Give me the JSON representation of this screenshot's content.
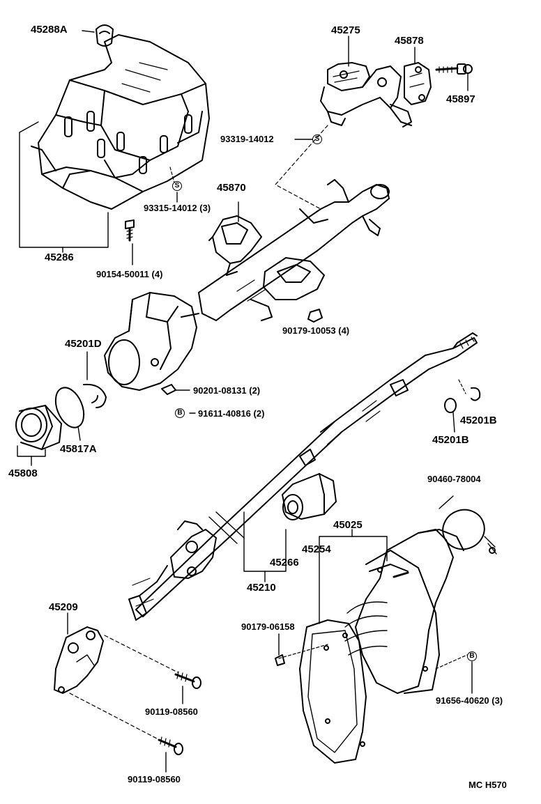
{
  "labels": {
    "p45288A": "45288A",
    "p45275": "45275",
    "p45878": "45878",
    "p45897": "45897",
    "p93319": "93319-14012",
    "p93315": "93315-14012 (3)",
    "p45286": "45286",
    "p45870": "45870",
    "p90154": "90154-50011 (4)",
    "p90179a": "90179-10053 (4)",
    "p45201D": "45201D",
    "p90201": "90201-08131 (2)",
    "p91611": "91611-40816 (2)",
    "p45201B1": "45201B",
    "p45201B2": "45201B",
    "p45817A": "45817A",
    "p45808": "45808",
    "p90460": "90460-78004",
    "p45025": "45025",
    "p45254": "45254",
    "p45266": "45266",
    "p45210": "45210",
    "p45209": "45209",
    "p90179b": "90179-06158",
    "p91656": "91656-40620 (3)",
    "p90119a": "90119-08560",
    "p90119b": "90119-08560",
    "code": "MC H570"
  },
  "markers": {
    "s1": "S",
    "s2": "S",
    "b1": "B",
    "b2": "B"
  }
}
